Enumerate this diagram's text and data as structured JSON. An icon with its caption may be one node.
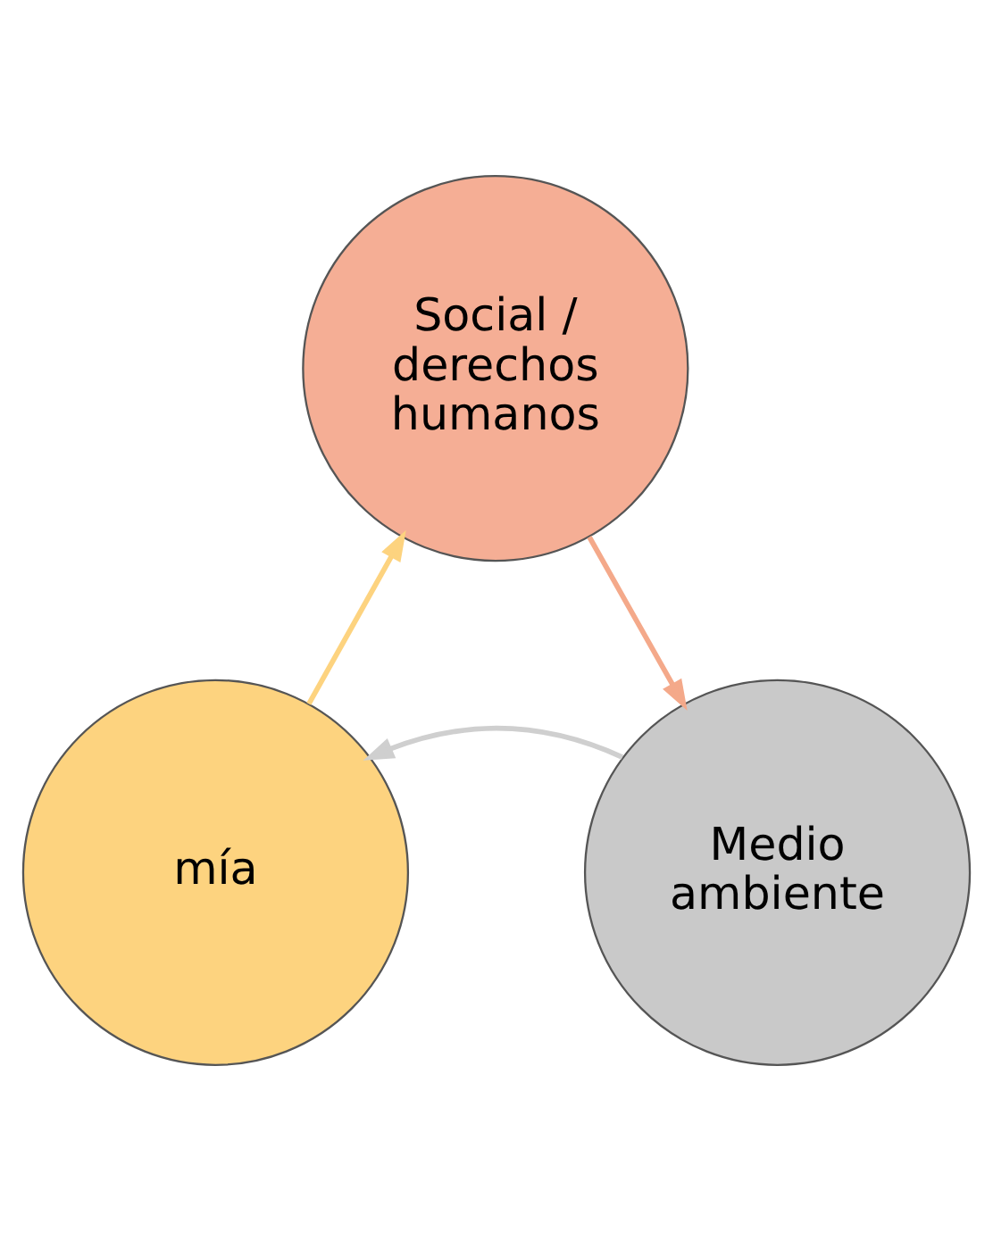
{
  "diagram": {
    "nodes": [
      {
        "text": [
          "Social / derechos humanos"
        ]
      },
      {
        "text": [
          "Medio ambiente"
        ]
      },
      {
        "text": [
          "mía"
        ]
      }
    ],
    "edges": [
      {
        "from": 0,
        "to": 1,
        "arrow": "to",
        "color": "#f4a98a"
      },
      {
        "from": 1,
        "to": 2,
        "arrow": "to",
        "color": "#cfcfcf"
      },
      {
        "from": 2,
        "to": 0,
        "arrow": "to",
        "color": "#fdd37f"
      }
    ]
  }
}
